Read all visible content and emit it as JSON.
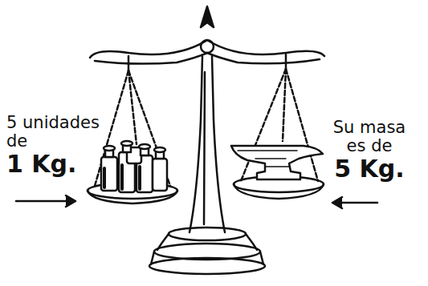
{
  "diagram": {
    "labels": [
      "5 unidades de",
      "1 Kg.",
      "Su masa es de",
      "5 Kg."
    ]
  }
}
